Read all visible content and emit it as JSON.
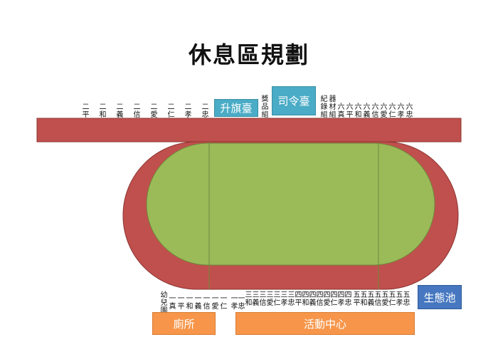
{
  "title": "休息區規劃",
  "top_labels_left": [
    "二平",
    "二和",
    "二義",
    "二信",
    "二愛",
    "二仁",
    "二孝",
    "二忠"
  ],
  "top_box_flag": "升旗臺",
  "top_label_prize": "獎品組",
  "top_box_podium": "司令臺",
  "top_label_record": "紀錄組",
  "top_label_equipment": "器材組",
  "top_labels_right": [
    "六真",
    "六平",
    "六和",
    "六義",
    "六信",
    "六愛",
    "六仁",
    "六孝",
    "六忠"
  ],
  "bottom_label_kindergarten": "幼兒園",
  "bottom_labels_left": [
    "一真",
    "一平",
    "一和",
    "一義",
    "一信",
    "一愛",
    "一仁"
  ],
  "bottom_labels_right": [
    "一孝",
    "一忠",
    "三和",
    "三義",
    "三信",
    "三愛",
    "三仁",
    "三孝",
    "三忠",
    "四平",
    "四和",
    "四義",
    "四信",
    "四愛",
    "四仁",
    "四孝",
    "四忠",
    "五平",
    "五和",
    "五義",
    "五信",
    "五愛",
    "五仁",
    "五孝",
    "五忠"
  ],
  "box_toilet": "廁所",
  "box_activity": "活動中心",
  "box_pond": "生態池",
  "colors": {
    "track": "#c0504d",
    "field": "#9bbb59",
    "stage_box": "#4aacc6",
    "pond_box": "#4677c0",
    "building_box": "#f7964a"
  }
}
